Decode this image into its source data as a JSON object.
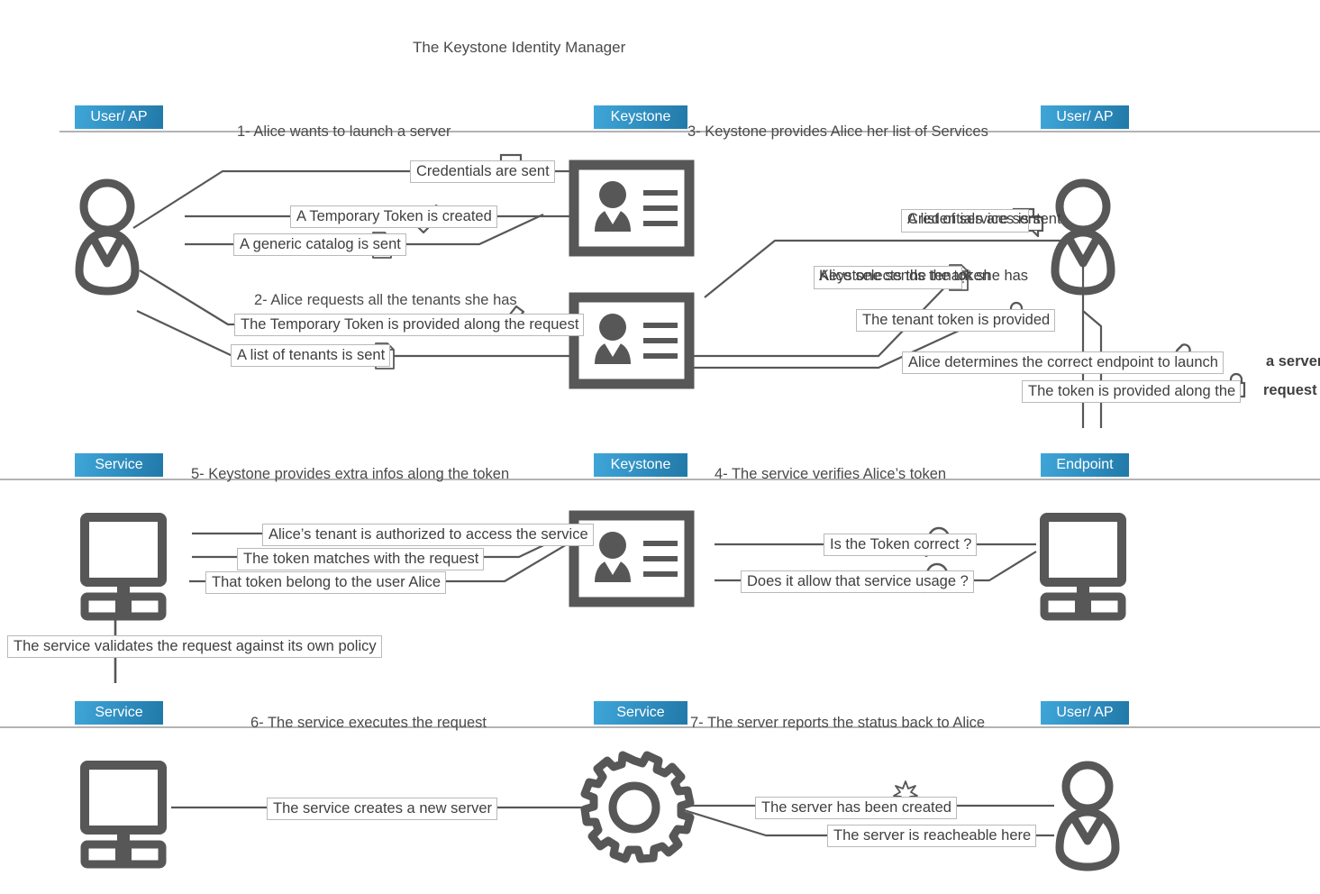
{
  "page": {
    "title": "The Keystone Identity Manager",
    "accent_color": "#2f8dbf",
    "line_color": "#575757",
    "text_color": "#3f3f3f"
  },
  "lanes": [
    {
      "id": "lane-1",
      "tags": [
        "User/ AP",
        "Keystone",
        "User/ AP"
      ]
    },
    {
      "id": "lane-2",
      "tags": [
        "Service",
        "Keystone",
        "Endpoint"
      ]
    },
    {
      "id": "lane-3",
      "tags": [
        "Service",
        "Service",
        "User/ AP"
      ]
    }
  ],
  "tags": {
    "user_api_1": "User/ AP",
    "keystone_1": "Keystone",
    "user_api_2": "User/ AP",
    "service_1": "Service",
    "keystone_2": "Keystone",
    "endpoint": "Endpoint",
    "service_2": "Service",
    "service_3": "Service",
    "user_api_3": "User/ AP"
  },
  "sections": {
    "s1": "1- Alice wants to launch a server",
    "s2": "2- Alice requests all the tenants she has",
    "s3": "3- Keystone provides Alice her list of Services",
    "s4": "4- The service verifies Alice’s token",
    "s5": "5- Keystone provides extra infos along the token",
    "s6": "6- The service executes the request",
    "s7": "7- The server reports the status back to Alice"
  },
  "labels": {
    "credentials_sent": "Credentials are sent",
    "temp_token_created": "A Temporary Token is created",
    "generic_catalog_sent": "A generic catalog is sent",
    "temp_token_provided": "The Temporary Token is provided along the request",
    "list_tenants_sent": "A list of tenants is sent",
    "overlap_right_a": "Credentials are sent",
    "overlap_right_b": "A list of services is sent",
    "overlap_tenant_a": "Keystone sends the token",
    "overlap_tenant_b": "Alice selects the tenant she has",
    "tenant_token_provided": "The tenant token is provided",
    "alice_determines_endpoint": "Alice determines the correct endpoint to launch",
    "alice_determines_endpoint_bold": "a server",
    "token_provided_along": "The token is provided along the",
    "token_provided_along_bold": "request",
    "alice_tenant_authorized": "Alice’s tenant is authorized to access the service",
    "token_matches_request": "The token matches with the request",
    "token_belongs_alice": "That token belong to the user Alice",
    "is_token_correct": "Is the Token correct ?",
    "does_it_allow": "Does it allow that service usage ?",
    "service_validates_policy": "The service validates the request against its own policy",
    "service_creates_server": "The service creates a new server",
    "server_has_been_created": "The server has been created",
    "server_is_reacheable": "The server is reacheable here"
  },
  "icons": {
    "person": "person-icon",
    "id_card": "id-card-icon",
    "monitor": "monitor-icon",
    "gear": "gear-icon",
    "speech_bubbles": "speech-bubbles-icon",
    "key": "key-icon",
    "document": "document-icon",
    "lock": "lock-icon",
    "link": "link-icon",
    "magnifier": "magnifier-icon",
    "sparkle": "sparkle-icon"
  }
}
